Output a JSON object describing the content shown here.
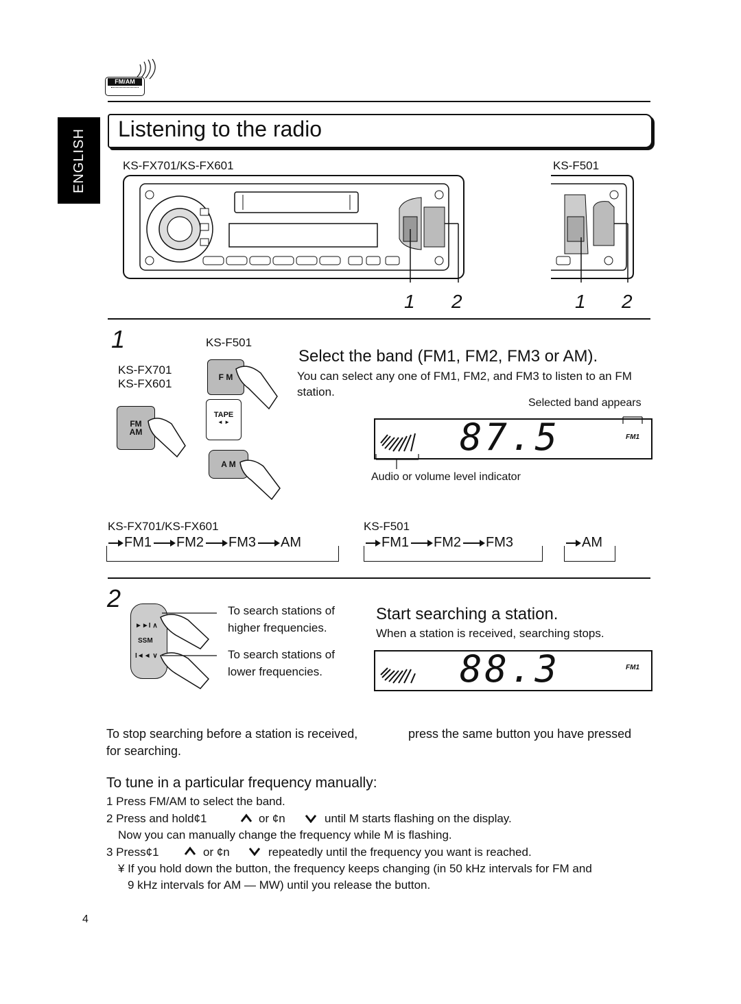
{
  "header": {
    "badge_line1": "FM/AM",
    "badge_line2": "",
    "section_tab": "ENGLISH",
    "title": "Listening to the radio"
  },
  "models": {
    "left_label": "KS-FX701/KS-FX601",
    "right_label": "KS-F501",
    "left_callouts": [
      "1",
      "2"
    ],
    "right_callouts": [
      "1",
      "2"
    ]
  },
  "step1": {
    "number": "1",
    "ksf501_label": "KS-F501",
    "ksfx701_label": "KS-FX701",
    "ksfx601_label": "KS-FX601",
    "btn_fmam": "FM\nAM",
    "btn_fm": "F M",
    "btn_tape": "TAPE",
    "btn_tape_sub": "◄ ►",
    "btn_am": "A M",
    "heading": "Select the band (FM1, FM2, FM3 or AM).",
    "body": "You can select any one of FM1, FM2, and FM3 to listen to an FM station.",
    "callout_top": "Selected band appears",
    "callout_bottom": "Audio or volume level indicator",
    "display_freq": "87.5",
    "display_band": "FM1"
  },
  "band_sequences": {
    "left_label": "KS-FX701/KS-FX601",
    "left_items": [
      "FM1",
      "FM2",
      "FM3",
      "AM"
    ],
    "right_label": "KS-F501",
    "right_items": [
      "FM1",
      "FM2",
      "FM3"
    ],
    "right_am": "AM"
  },
  "step2": {
    "number": "2",
    "ssm_label": "SSM",
    "callout_up": "To search stations of higher frequencies.",
    "callout_down": "To search stations of lower frequencies.",
    "heading": "Start searching a station.",
    "body": "When a station is received, searching stops.",
    "display_freq": "88.3",
    "display_band": "FM1"
  },
  "stop_note": {
    "part1": "To stop searching before a station is received,",
    "part2": "press the same button you have pressed",
    "part3": "for searching."
  },
  "manual": {
    "heading": "To tune in a particular frequency manually:",
    "line1": "1 Press FM/AM to select the band.",
    "line2a": "2 Press and hold¢1",
    "line2b": "or ¢n",
    "line2c": "until  M  starts flashing on the display.",
    "line3": "Now you can manually change the frequency while  M  is flashing.",
    "line4a": "3 Press¢1",
    "line4b": "or ¢n",
    "line4c": "repeatedly until the frequency you want is reached.",
    "line5": "¥ If you hold down the button, the frequency keeps changing (in 50 kHz intervals for FM and",
    "line6": "9 kHz intervals for AM — MW) until you release the button."
  },
  "page_number": "4"
}
